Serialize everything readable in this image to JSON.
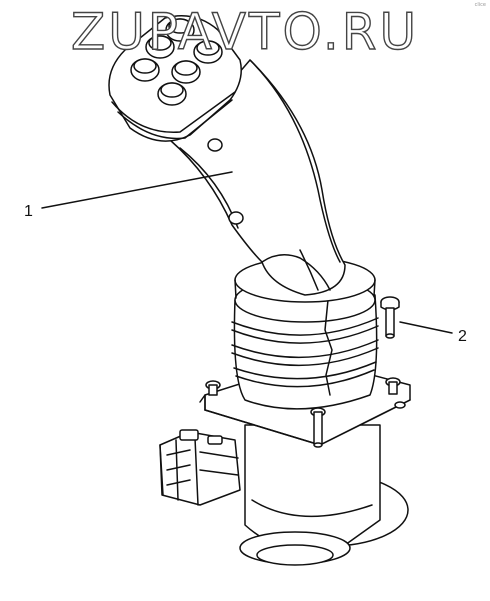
{
  "watermark": "ZUPAVTO.RU",
  "corner_mark": "clice",
  "callouts": [
    {
      "number": "1",
      "part": "joystick-handle"
    },
    {
      "number": "2",
      "part": "mounting-bolt"
    }
  ],
  "colors": {
    "line": "#111111",
    "background": "#ffffff"
  }
}
